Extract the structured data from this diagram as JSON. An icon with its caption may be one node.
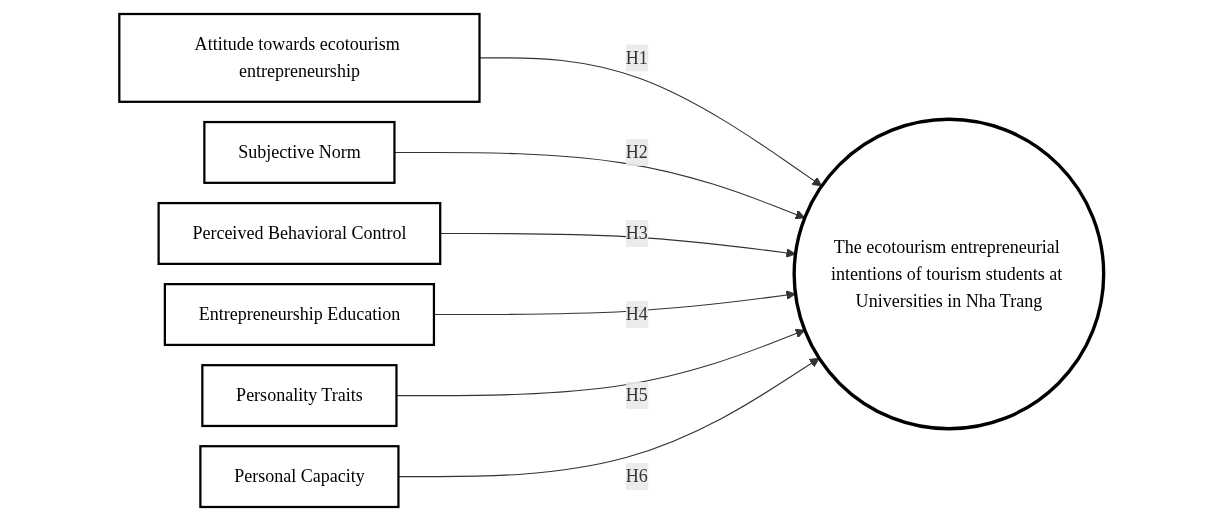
{
  "diagram": {
    "nodes": [
      {
        "text": [
          "Attitude towards ecotourism entrepreneurship"
        ]
      },
      {
        "text": [
          "Subjective Norm"
        ]
      },
      {
        "text": [
          "Perceived Behavioral Control"
        ]
      },
      {
        "text": [
          "Entrepreneurship Education"
        ]
      },
      {
        "text": [
          "Personality Traits"
        ]
      },
      {
        "text": [
          "Personal Capacity"
        ]
      },
      {
        "text": [
          "The ecotourism entrepreneurial intentions of tourism students at Universities in Nha Trang"
        ]
      }
    ],
    "edges": [
      {
        "from": 0,
        "to": 6,
        "arrow": "to",
        "label": "H1"
      },
      {
        "from": 1,
        "to": 6,
        "arrow": "to",
        "label": "H2"
      },
      {
        "from": 2,
        "to": 6,
        "arrow": "to",
        "label": "H3"
      },
      {
        "from": 3,
        "to": 6,
        "arrow": "to",
        "label": "H4"
      },
      {
        "from": 4,
        "to": 6,
        "arrow": "to",
        "label": "H5"
      },
      {
        "from": 5,
        "to": 6,
        "arrow": "to",
        "label": "H6"
      }
    ]
  }
}
